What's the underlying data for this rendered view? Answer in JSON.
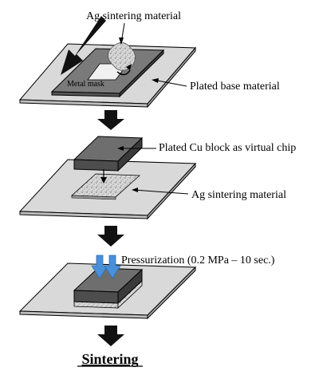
{
  "labels": {
    "ag_material_top": "Ag sintering material",
    "metal_mask": "Metal mask",
    "plated_base": "Plated base material",
    "cu_block": "Plated Cu block as virtual chip",
    "ag_material_mid": "Ag sintering material",
    "pressurization": "Pressurization (0.2 MPa – 10 sec.)",
    "result": "Sintering"
  },
  "colors": {
    "plate_top": "#d9d9d9",
    "plate_side": "#bfbfbf",
    "mask_top": "#7a7a7a",
    "block_top": "#6e6e6e",
    "block_side": "#4d4d4d",
    "paste": "#d0d0d0",
    "press_arrow": "#4a90d9",
    "step_arrow": "#111111"
  }
}
